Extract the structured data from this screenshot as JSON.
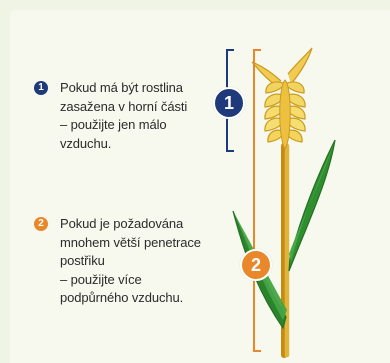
{
  "notes": [
    {
      "marker": "1",
      "lines": [
        "Pokud má být rostlina",
        "zasažena v horní části",
        "– použijte jen málo",
        "vzduchu."
      ]
    },
    {
      "marker": "2",
      "lines": [
        "Pokud je požadována",
        "mnohem větší penetrace",
        "postřiku",
        "– použijte více",
        "podpůrného vzduchu."
      ]
    }
  ],
  "zone_markers": [
    "1",
    "2"
  ],
  "colors": {
    "zone1": "#1f3a7a",
    "zone2": "#e9882a",
    "stem": "#d9a11f",
    "leaf": "#2f8f2f"
  }
}
